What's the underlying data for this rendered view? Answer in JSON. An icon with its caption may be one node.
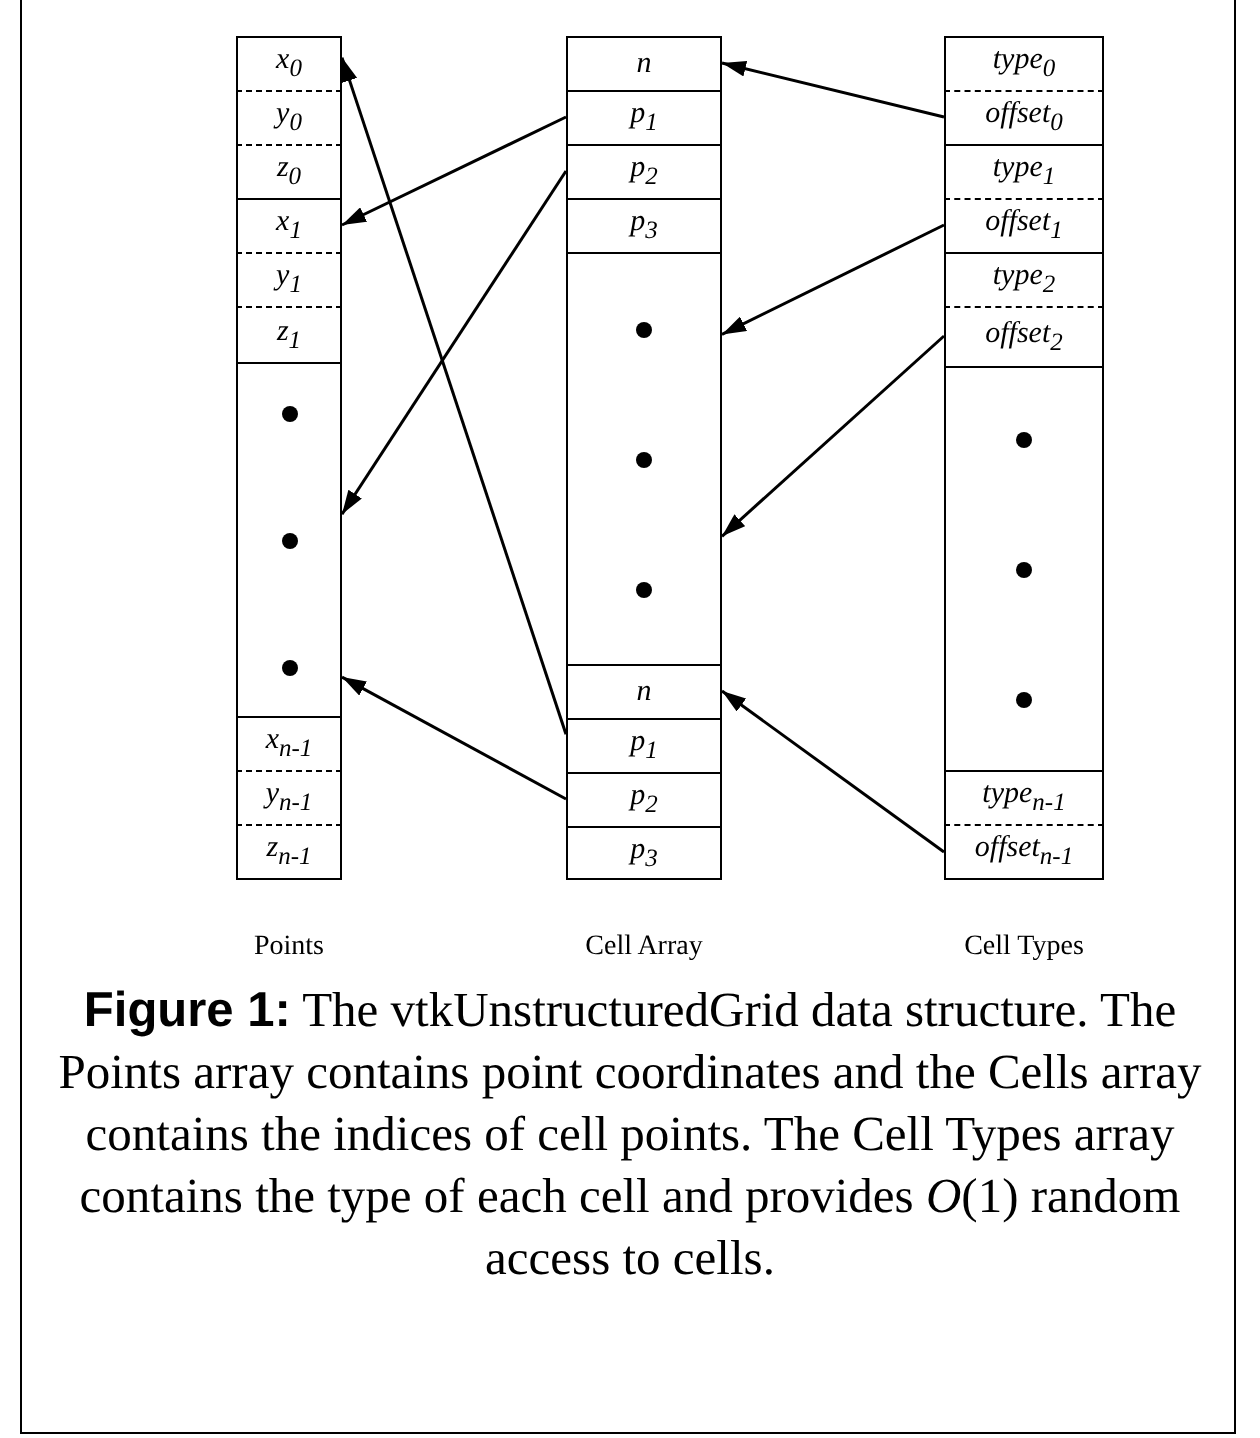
{
  "diagram": {
    "caption": "**Figure 1:** The vtkUnstructuredGrid data structure. The Points array contains point coordinates and the Cells array contains the indices of cell points. The Cell Types array contains the type of each cell and provides *O*(1) random access to cells.",
    "nodes": [
      {
        "text": [
          "Points"
        ]
      },
      {
        "text": [
          "x$_{0}$"
        ],
        "in": 0
      },
      {
        "text": [
          "y$_{0}$"
        ],
        "in": 0
      },
      {
        "text": [
          "z$_{0}$"
        ],
        "in": 0
      },
      {
        "text": [
          "x$_{1}$"
        ],
        "in": 0
      },
      {
        "text": [
          "y$_{1}$"
        ],
        "in": 0
      },
      {
        "text": [
          "z$_{1}$"
        ],
        "in": 0
      },
      {
        "text": [],
        "shape": "box",
        "in": 0
      },
      {
        "text": [
          "x$_{n-1}$"
        ],
        "in": 0
      },
      {
        "text": [
          "y$_{n-1}$"
        ],
        "in": 0
      },
      {
        "text": [
          "z$_{n-1}$"
        ],
        "in": 0
      },
      {
        "text": [
          "Cell Array"
        ]
      },
      {
        "text": [
          "n"
        ],
        "in": 11
      },
      {
        "text": [
          "p$_{1}$"
        ],
        "in": 11
      },
      {
        "text": [
          "p$_{2}$"
        ],
        "in": 11
      },
      {
        "text": [
          "p$_{3}$"
        ],
        "in": 11
      },
      {
        "text": [],
        "shape": "box",
        "in": 11
      },
      {
        "text": [
          "n"
        ],
        "in": 11
      },
      {
        "text": [
          "p$_{1}$"
        ],
        "in": 11
      },
      {
        "text": [
          "p$_{2}$"
        ],
        "in": 11
      },
      {
        "text": [
          "p$_{3}$"
        ],
        "in": 11
      },
      {
        "text": [
          "Cell Types"
        ]
      },
      {
        "text": [
          "type$_{0}$"
        ],
        "in": 21
      },
      {
        "text": [
          "offset$_{0}$"
        ],
        "in": 21
      },
      {
        "text": [
          "type$_{1}$"
        ],
        "in": 21
      },
      {
        "text": [
          "offset$_{1}$"
        ],
        "in": 21
      },
      {
        "text": [
          "type$_{2}$"
        ],
        "in": 21
      },
      {
        "text": [
          "offset$_{2}$"
        ],
        "in": 21
      },
      {
        "text": [],
        "shape": "box",
        "in": 21
      },
      {
        "text": [
          "type$_{n-1}$"
        ],
        "in": 21
      },
      {
        "text": [
          "offset$_{n-1}$"
        ],
        "in": 21
      }
    ],
    "edges": [
      {
        "from": 23,
        "to": 12,
        "arrow": "to"
      },
      {
        "from": 25,
        "to": 16,
        "arrow": "to"
      },
      {
        "from": 27,
        "to": 16,
        "arrow": "to"
      },
      {
        "from": 30,
        "to": 17,
        "arrow": "to"
      },
      {
        "from": 13,
        "to": 4,
        "arrow": "to"
      },
      {
        "from": 14,
        "to": 7,
        "arrow": "to"
      },
      {
        "from": 18,
        "to": 1,
        "arrow": "to"
      },
      {
        "from": 19,
        "to": 7,
        "arrow": "to"
      }
    ]
  }
}
